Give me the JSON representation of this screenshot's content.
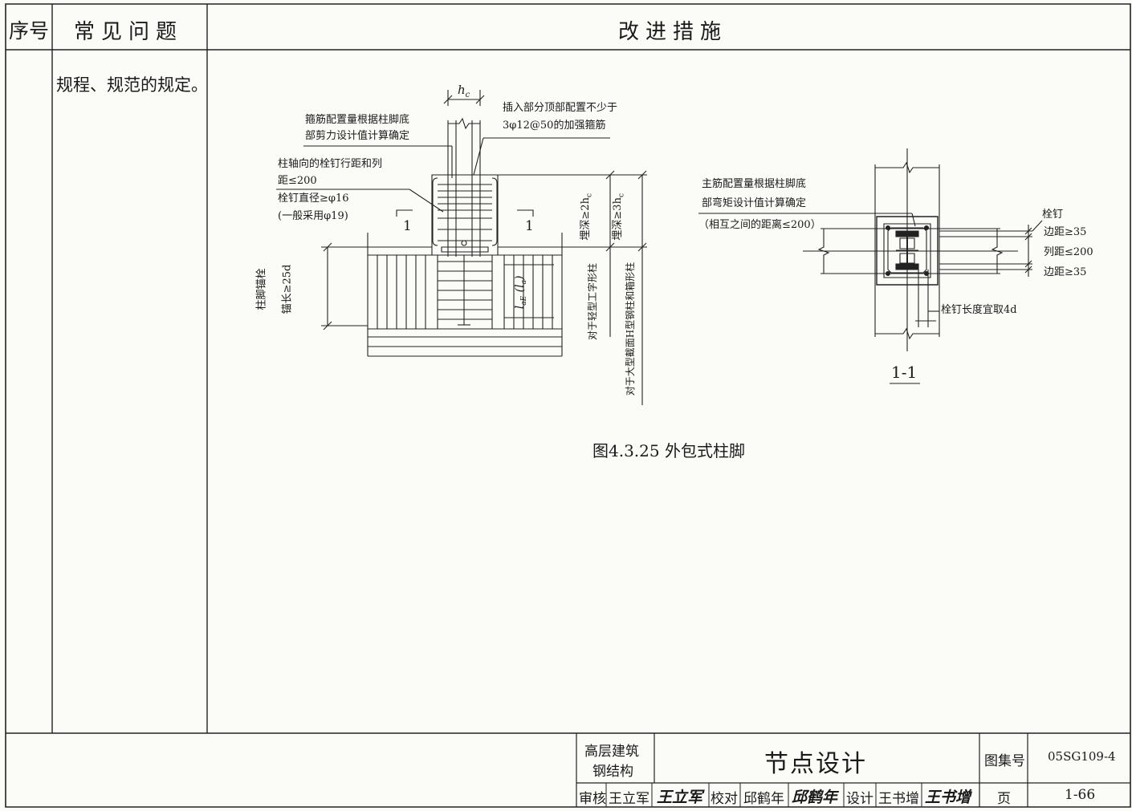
{
  "table": {
    "header": {
      "seq": "序号",
      "issue": "常见问题",
      "measure": "改进措施"
    },
    "row_issue_text": "规程、规范的规定。"
  },
  "figure": {
    "caption": "图4.3.25 外包式柱脚",
    "left": {
      "hc": "h",
      "hc_sub": "c",
      "note_stirrup_1": "箍筋配置量根据柱脚底",
      "note_stirrup_2": "部剪力设计值计算确定",
      "note_top_1": "插入部分顶部配置不少于",
      "note_top_2": "3φ12@50的加强箍筋",
      "note_stud_1": "柱轴向的栓钉行距和列",
      "note_stud_2": "距≤200",
      "note_stud_3": "栓钉直径≥φ16",
      "note_stud_4": "(一般采用φ19)",
      "section_mark_left": "1",
      "section_mark_right": "1",
      "anchor_1": "柱脚锚栓",
      "anchor_2": "锚长≥25d",
      "lae": "l",
      "lae_sub": "aE",
      "la": "(l",
      "la_sub": "a",
      "la_close": ")",
      "depth_2hc": "埋深≥2h",
      "depth_2hc_sub": "c",
      "depth_3hc": "埋深≥3h",
      "depth_3hc_sub": "c",
      "light_column": "对于轻型工字形柱",
      "heavy_column": "对于大型截面H型钢柱和箱形柱"
    },
    "right": {
      "note_main_1": "主筋配置量根据柱脚底",
      "note_main_2": "部弯矩设计值计算确定",
      "note_main_3": "（相互之间的距离≤200）",
      "stud": "栓钉",
      "edge_1": "边距≥35",
      "row_spacing": "列距≤200",
      "edge_2": "边距≥35",
      "stud_length": "栓钉长度宜取4d",
      "section_label": "1-1"
    }
  },
  "titleblock": {
    "series_1": "高层建筑",
    "series_2": "钢结构",
    "title": "节点设计",
    "atlas_label": "图集号",
    "atlas_no": "05SG109-4",
    "review_label": "审核",
    "reviewer": "王立军",
    "reviewer_sig": "王立军",
    "check_label": "校对",
    "checker": "邱鹤年",
    "checker_sig": "邱鹤年",
    "design_label": "设计",
    "designer": "王书增",
    "designer_sig": "王书增",
    "page_label": "页",
    "page_no": "1-66"
  }
}
